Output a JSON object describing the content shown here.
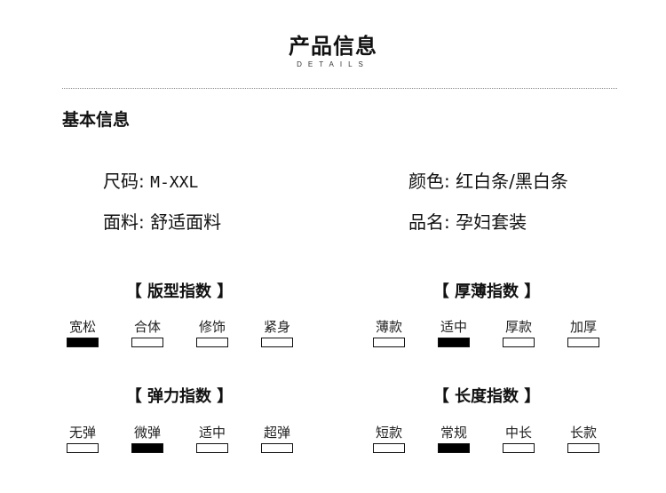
{
  "header": {
    "title": "产品信息",
    "subtitle": "DETAILS"
  },
  "basic_info": {
    "heading": "基本信息",
    "size_label": "尺码:",
    "size_value": "M-XXL",
    "color_label": "颜色:",
    "color_value": "红白条/黑白条",
    "fabric_label": "面料:",
    "fabric_value": "舒适面料",
    "name_label": "品名:",
    "name_value": "孕妇套装"
  },
  "indices": {
    "fit": {
      "title": "【 版型指数 】",
      "options": [
        "宽松",
        "合体",
        "修饰",
        "紧身"
      ],
      "selected": "宽松"
    },
    "thickness": {
      "title": "【 厚薄指数 】",
      "options": [
        "薄款",
        "适中",
        "厚款",
        "加厚"
      ],
      "selected": "适中"
    },
    "elasticity": {
      "title": "【 弹力指数 】",
      "options": [
        "无弹",
        "微弹",
        "适中",
        "超弹"
      ],
      "selected": "微弹"
    },
    "length": {
      "title": "【 长度指数 】",
      "options": [
        "短款",
        "常规",
        "中长",
        "长款"
      ],
      "selected": "常规"
    }
  },
  "colors": {
    "text": "#111111",
    "selected_fill": "#000000",
    "divider": "#888888"
  }
}
